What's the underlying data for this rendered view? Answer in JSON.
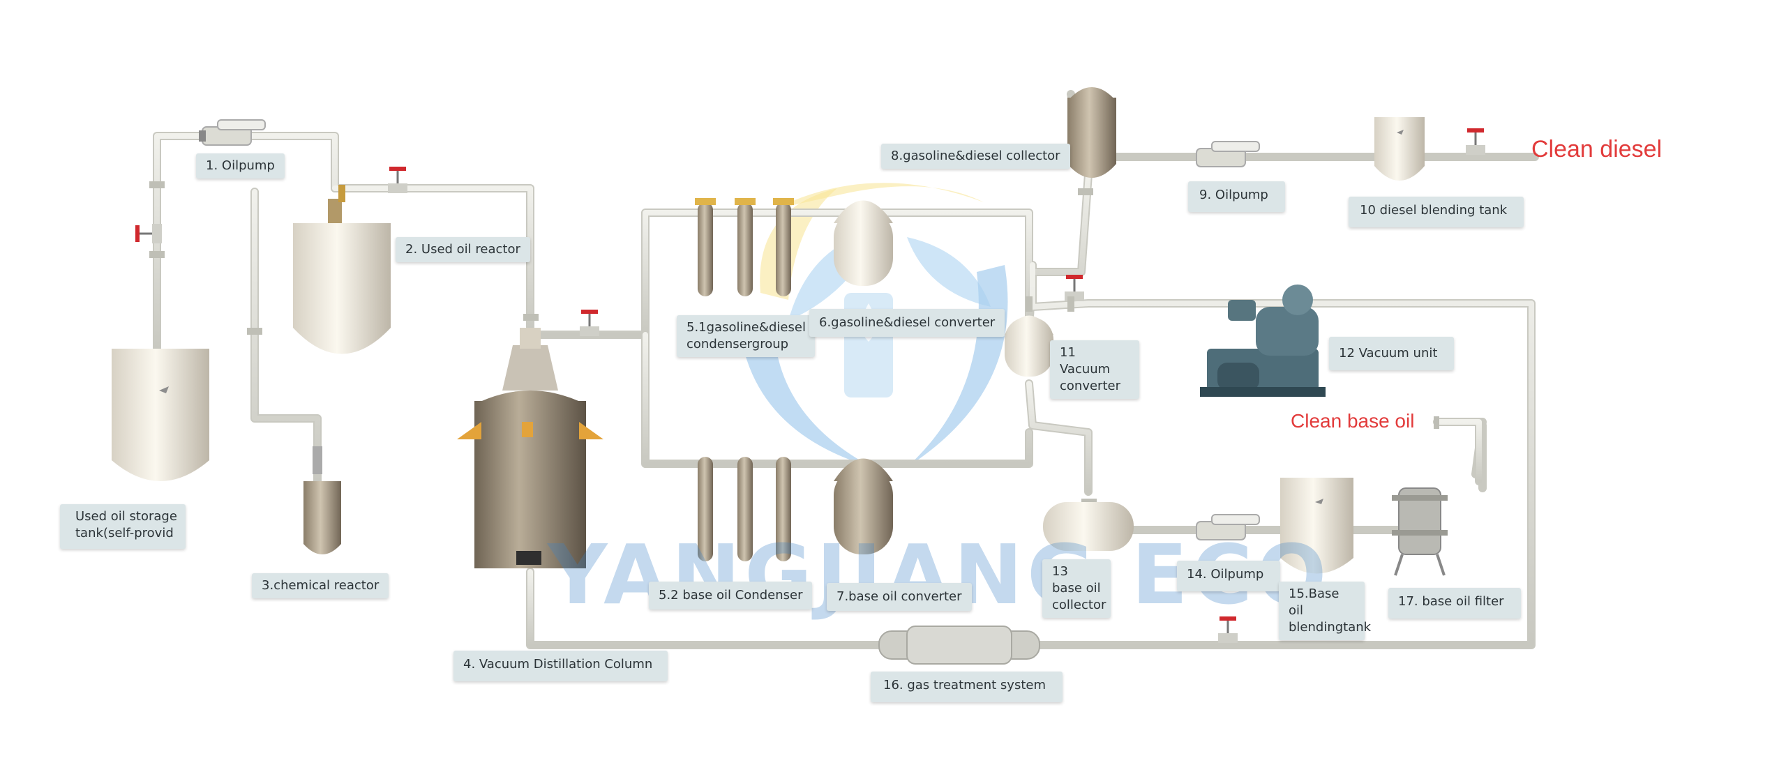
{
  "labels": {
    "l1": "1. Oilpump",
    "l2": "2. Used  oil  reactor",
    "l3": "3.chemical  reactor",
    "l4": "4. Vacuum Distillation Column",
    "l51": "5.1gasoline&diesel condensergroup",
    "l52": "5.2 base oil Condenser",
    "l6": "6.gasoline&diesel  converter",
    "l7": "7.base oil converter",
    "l8": "8.gasoline&diesel  collector",
    "l9": "9. Oilpump",
    "l10": "10 diesel blending tank",
    "l11": "11 Vacuum converter",
    "l12": "12 Vacuum unit",
    "l13": "13 base oil collector",
    "l14": "14. Oilpump",
    "l15": "15.Base oil blendingtank",
    "l16": "16. gas treatment  system",
    "l17": "17. base oil filter",
    "storage": "Used oil storage tank(self-provid"
  },
  "outputs": {
    "diesel": "Clean diesel",
    "base_oil": "Clean base oil"
  },
  "watermark": "YANGJIANG ECO",
  "colors": {
    "output_red": "#e23b3b",
    "label_bg": "#dbe5e7",
    "pipe": "#d9d9d2",
    "valve_red": "#d0282d",
    "watermark_blue": "#3d83c7",
    "watermark_yellow": "#f4cf3a"
  }
}
